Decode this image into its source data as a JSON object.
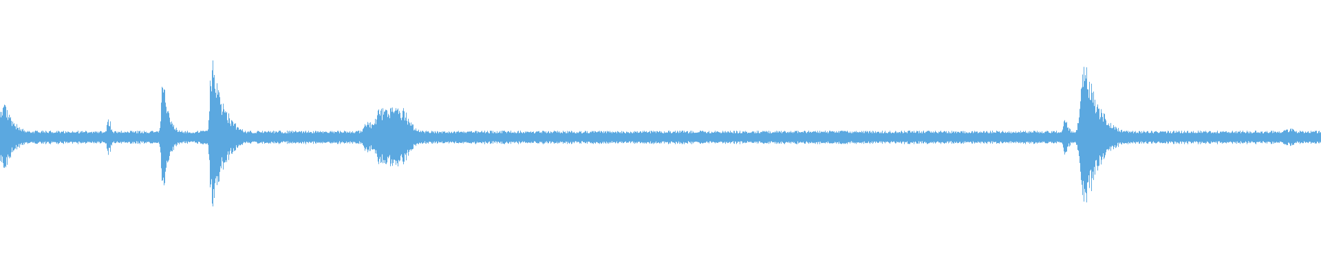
{
  "waveform": {
    "color": "#5ba8e0",
    "background": "#ffffff",
    "baseline_amplitude": 0.05,
    "events": [
      {
        "position": 0.0,
        "amplitude": 0.24,
        "width": 0.004,
        "decay": 0.01
      },
      {
        "position": 0.082,
        "amplitude": 0.14,
        "width": 0.001,
        "decay": 0.002
      },
      {
        "position": 0.123,
        "amplitude": 0.38,
        "width": 0.001,
        "decay": 0.006
      },
      {
        "position": 0.16,
        "amplitude": 0.58,
        "width": 0.001,
        "decay": 0.01
      },
      {
        "position": 0.174,
        "amplitude": 0.08,
        "width": 0.002,
        "decay": 0.006
      },
      {
        "position": 0.28,
        "amplitude": 0.12,
        "width": 0.004,
        "decay": 0.004
      },
      {
        "position": 0.296,
        "amplitude": 0.22,
        "width": 0.01,
        "decay": 0.008
      },
      {
        "position": 0.806,
        "amplitude": 0.14,
        "width": 0.001,
        "decay": 0.004
      },
      {
        "position": 0.82,
        "amplitude": 0.55,
        "width": 0.002,
        "decay": 0.012
      },
      {
        "position": 0.975,
        "amplitude": 0.07,
        "width": 0.003,
        "decay": 0.006
      }
    ]
  }
}
